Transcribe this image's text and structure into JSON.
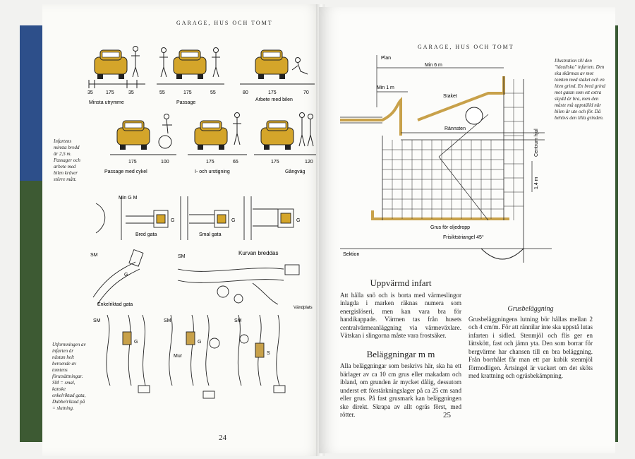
{
  "left_page": {
    "running_head": "Garage, hus och tomt",
    "page_number": "24",
    "side_note_1": "Infartens minsta bredd är 2,5 m. Passager och arbete med bilen kräver större mått.",
    "side_note_2": "Utformningen av infarten är nästan helt beroende av tomtens förutsättningar. SM = smal, kanske enkelriktad gata, Dubbelriktad på = slutning.",
    "diagram_row1": [
      {
        "caption": "Minsta utrymme",
        "dims": [
          "35",
          "175",
          "35"
        ]
      },
      {
        "caption": "Passage",
        "dims": [
          "55",
          "175",
          "55"
        ]
      },
      {
        "caption": "Arbete med bilen",
        "dims": [
          "80",
          "175",
          "70"
        ]
      }
    ],
    "diagram_row2": [
      {
        "caption": "Passage med cykel",
        "dims": [
          "175",
          "100"
        ]
      },
      {
        "caption": "I- och urstigning",
        "dims": [
          "175",
          "65"
        ]
      },
      {
        "caption": "Gångväg",
        "dims": [
          "175",
          "120"
        ]
      }
    ],
    "plan_labels": {
      "min_gm": "Min G M",
      "g": "G",
      "bred_gata": "Bred gata",
      "smal_gata": "Smal gata",
      "sm": "SM",
      "enkelriktad_gata": "Enkelriktad gata",
      "kurvan_breddas": "Kurvan breddas",
      "vandplats": "Vändplats",
      "s": "S",
      "mur": "Mur"
    }
  },
  "right_page": {
    "running_head": "Garage, hus och tomt",
    "page_number": "25",
    "illustration_caption": "Illustration till den \"idealiska\" infarten. Den ska skärmas av mot tomten med staket och en liten grind. En bred grind mot gatan som ett extra skydd är bra, men den måste må uppställd när bilen är ute och för. Då behövs den lilla grinden.",
    "drawing_labels": {
      "plan": "Plan",
      "min_6m": "Min 6 m",
      "min_1m": "Min 1 m",
      "staket": "Staket",
      "rannsten": "Rännsten",
      "centrum_hjul": "Centrum hjul",
      "dim_14": "1,4 m",
      "grus": "Grus för oljedropp",
      "frisikt": "Frisiktstriangel 45°",
      "sektion": "Sektion"
    },
    "section1_title": "Uppvärmd infart",
    "section1_text": "Att hålla snö och is borta med värmeslingor inlagda i marken räknas numera som energislöseri, men kan vara bra för handikappade. Värmen tas från husets centralvärmeanläggning via värmeväxlare. Vätskan i slingorna måste vara frostsäker.",
    "section2_title": "Beläggningar m m",
    "section2_text": "Alla beläggningar som beskrivs här, ska ha ett bärlager av ca 10 cm grus eller makadam och ibland, om grunden är mycket dålig, dessutom underst ett förstärkningslager på ca 25 cm sand eller grus. På fast grusmark kan beläggningen ske direkt. Skrapa av allt ogräs först, med rötter.",
    "section3_title": "Grusbeläggning",
    "section3_text": "Grusbeläggningens lutning bör hållas mellan 2 och 4 cm/m. För att rännilar inte ska uppstå lutas infarten i sidled. Stenmjöl och flis ger en lättskött, fast och jämn yta. Den som borrar för bergvärme har chansen till en bra beläggning. Från borrhålet får man ett par kubik stenmjöl förmodligen. Ärtsingel är vackert om det sköts med krattning och ogräsbekämpning."
  },
  "colors": {
    "car": "#d4a52a",
    "wall": "#c8a14a",
    "ink": "#222222"
  }
}
